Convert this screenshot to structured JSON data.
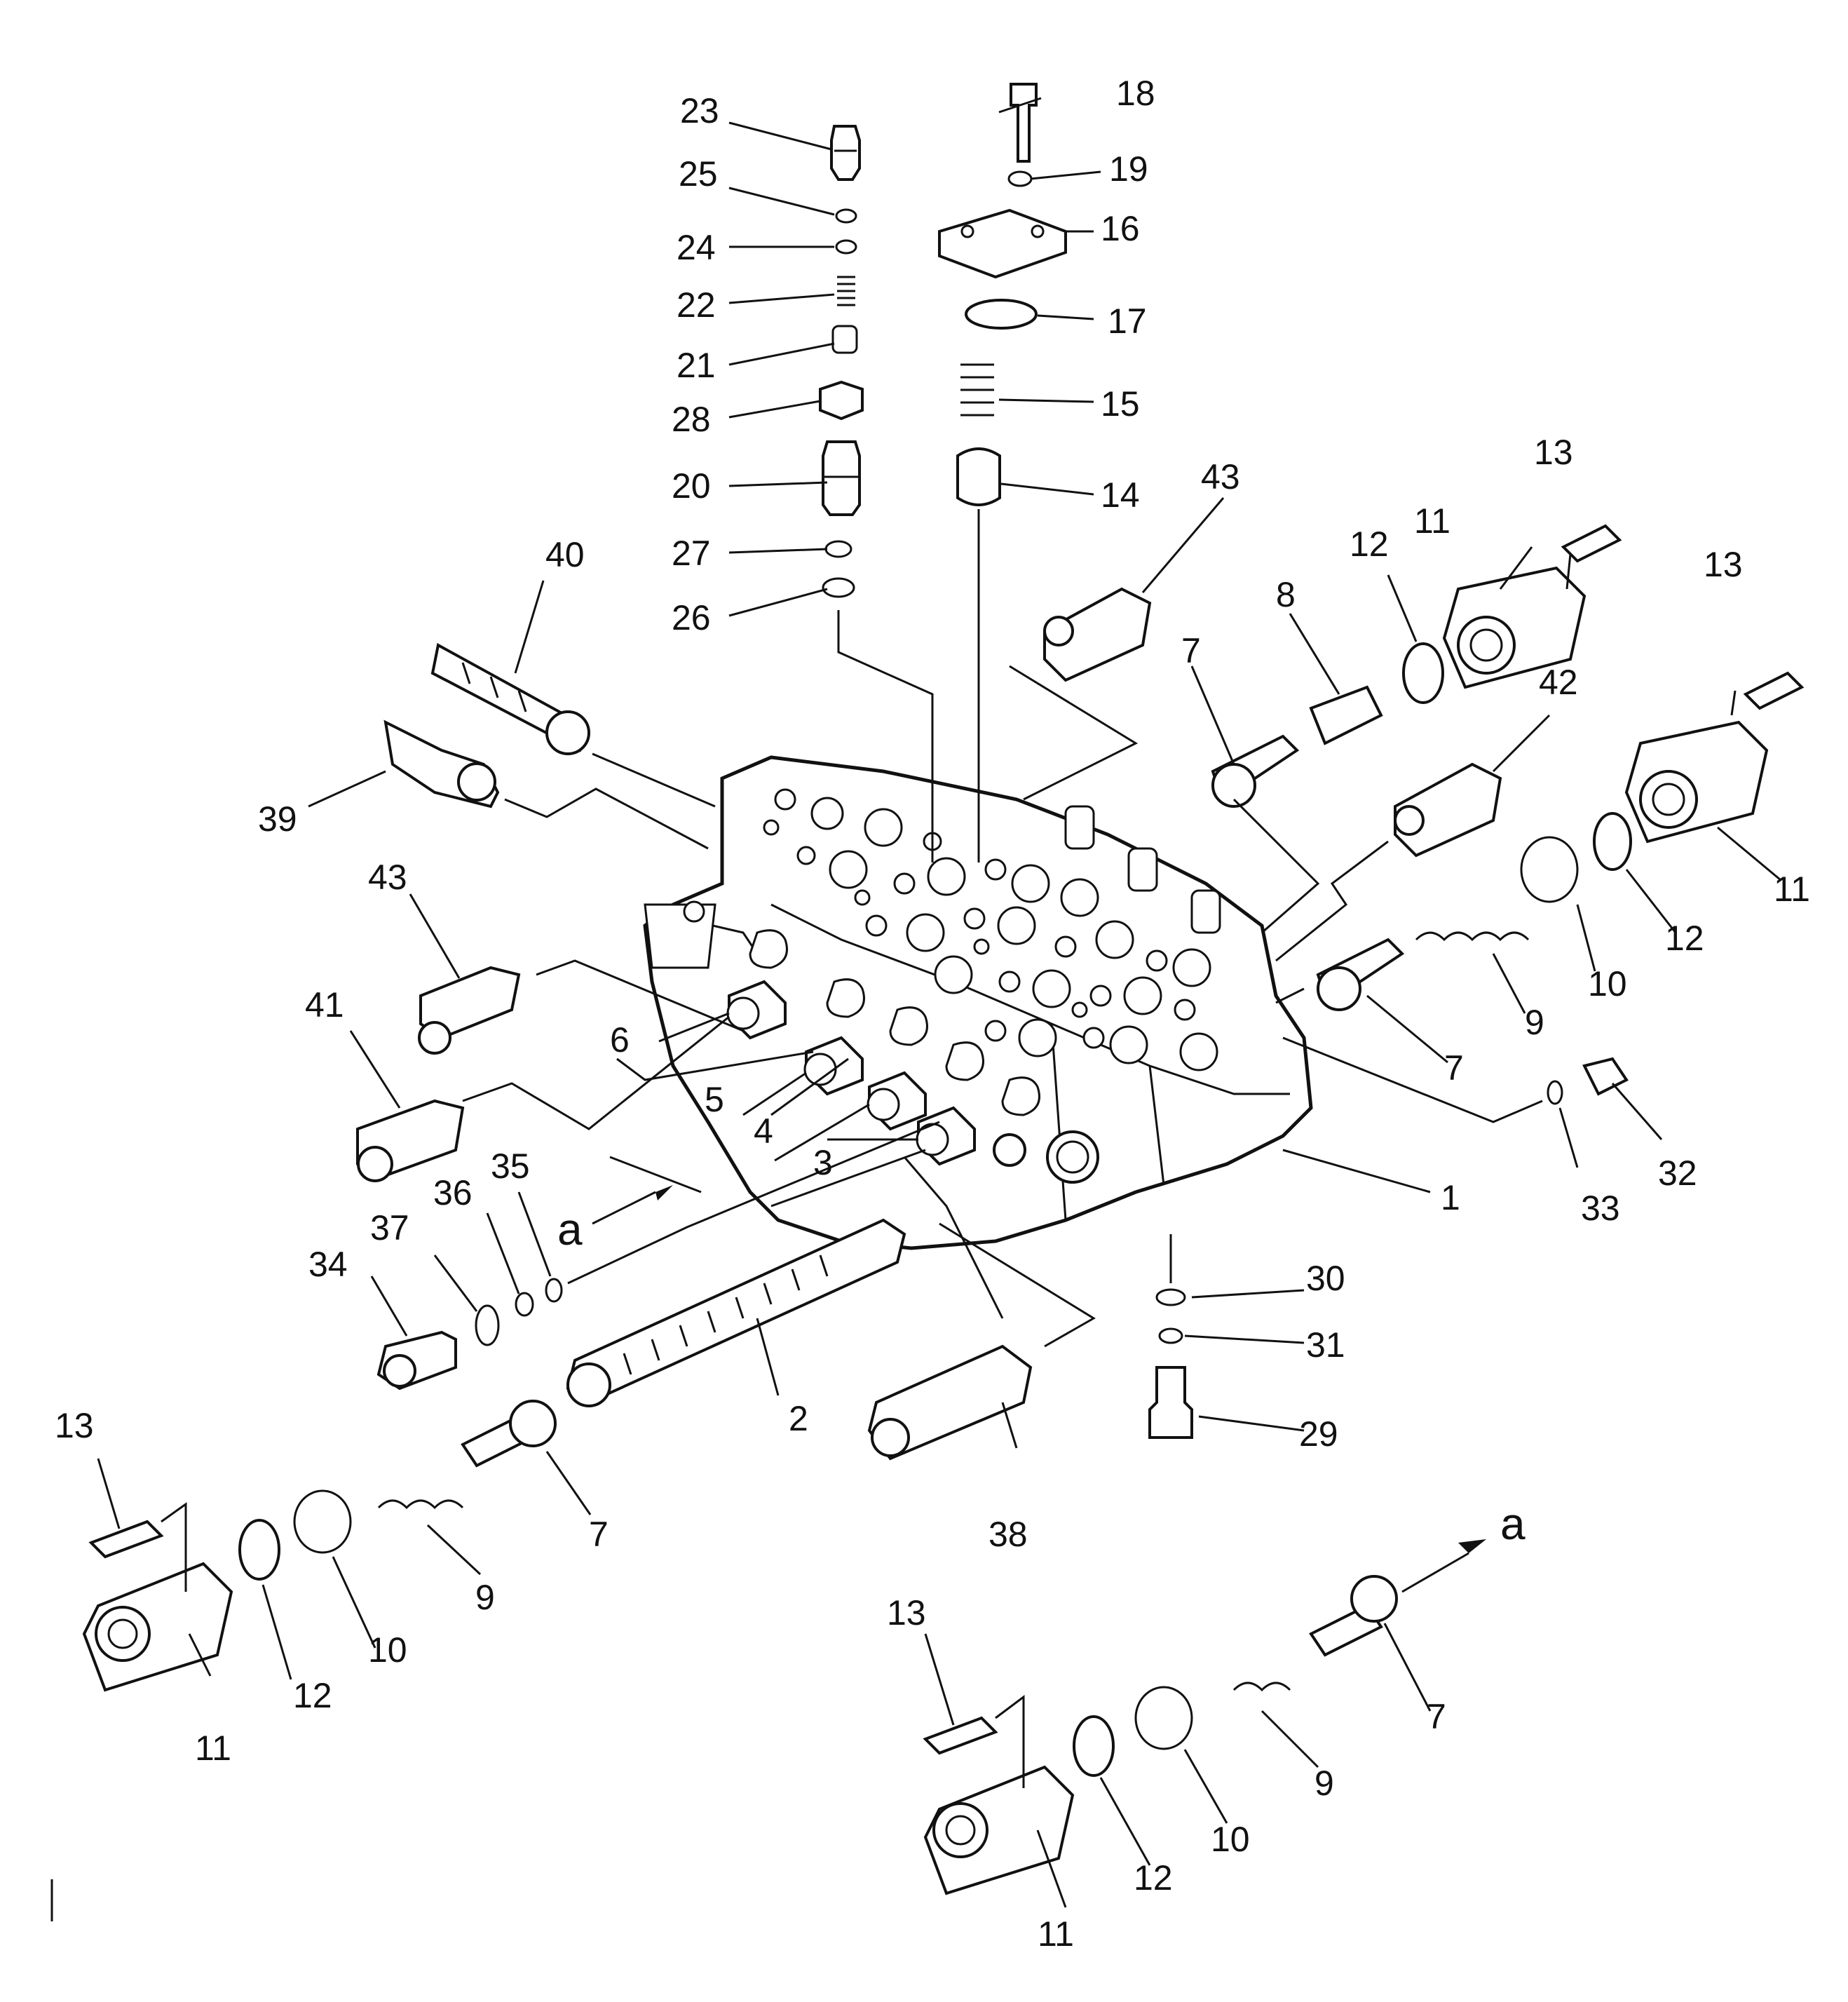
{
  "callouts": {
    "c1": "1",
    "c2": "2",
    "c3": "3",
    "c4": "4",
    "c5": "5",
    "c6": "6",
    "c7": "7",
    "c8": "8",
    "c9": "9",
    "c10": "10",
    "c11": "11",
    "c12": "12",
    "c13": "13",
    "c14": "14",
    "c15": "15",
    "c16": "16",
    "c17": "17",
    "c18": "18",
    "c19": "19",
    "c20": "20",
    "c21": "21",
    "c22": "22",
    "c23": "23",
    "c24": "24",
    "c25": "25",
    "c26": "26",
    "c27": "27",
    "c28": "28",
    "c29": "29",
    "c30": "30",
    "c31": "31",
    "c32": "32",
    "c33": "33",
    "c34": "34",
    "c35": "35",
    "c36": "36",
    "c37": "37",
    "c38": "38",
    "c39": "39",
    "c40": "40",
    "c41": "41",
    "c42": "42",
    "c43": "43"
  },
  "view_marker": "a"
}
